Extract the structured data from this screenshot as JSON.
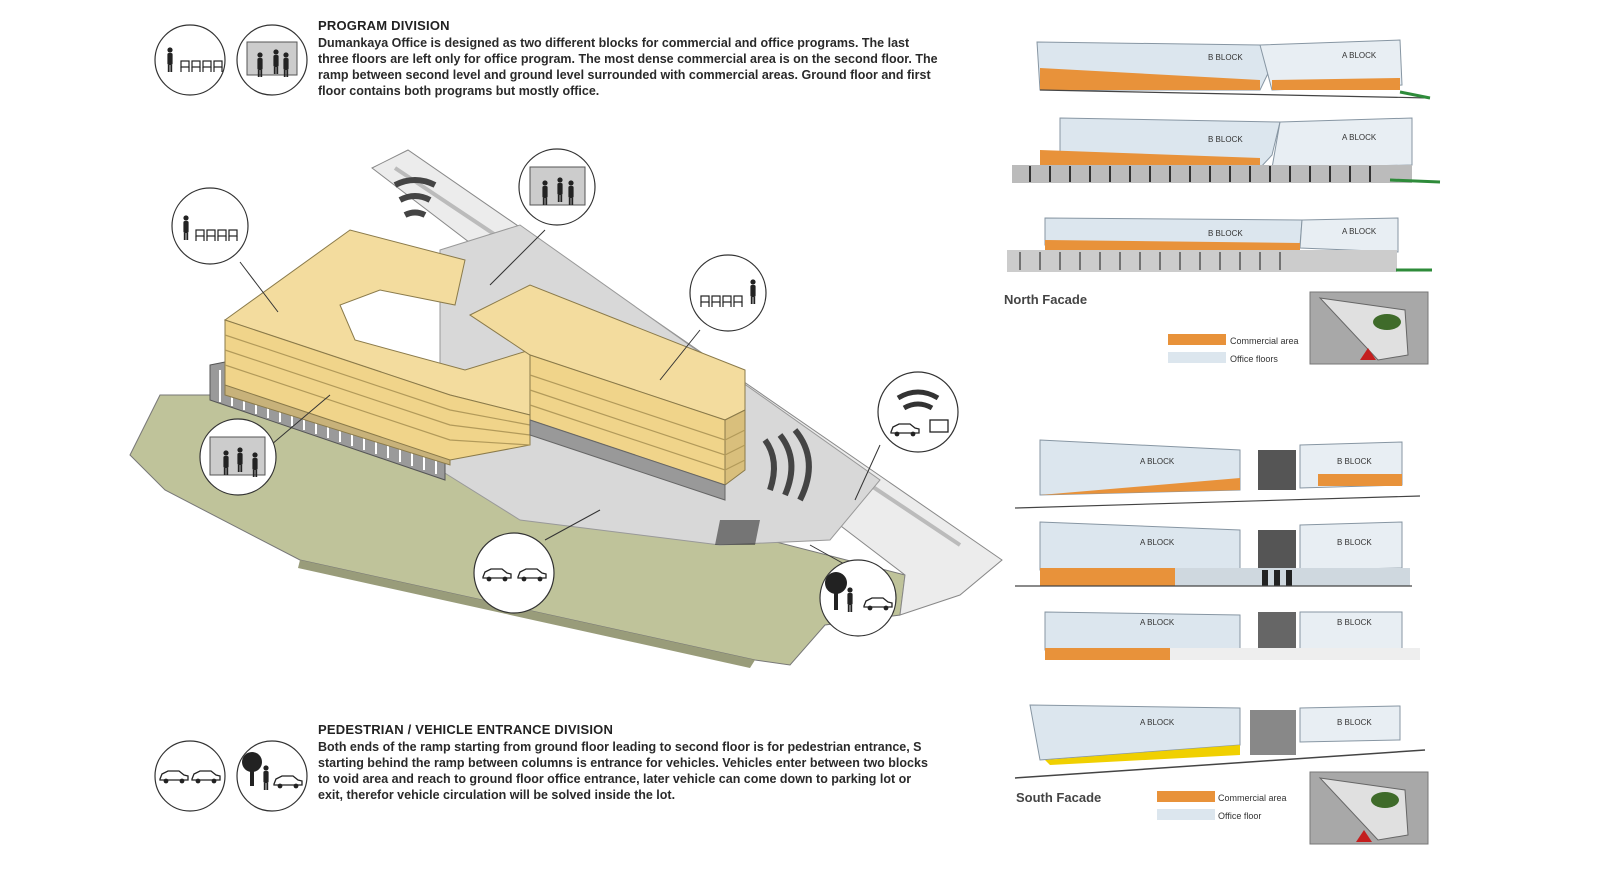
{
  "program": {
    "heading": "PROGRAM DIVISION",
    "lines": [
      "Dumankaya Office is designed as two different blocks for commercial and office programs.  The last",
      "three floors are left only for office program.  The most dense commercial area is on the second floor.  The",
      "ramp between second level and ground level surrounded with commercial areas.  Ground floor and first",
      "floor contains both programs but mostly office."
    ]
  },
  "entrance": {
    "heading": "PEDESTRIAN / VEHICLE ENTRANCE DIVISION",
    "lines": [
      "Both ends of the ramp starting from ground floor leading to second floor is for pedestrian entrance,   S",
      "starting behind the ramp between columns is entrance for vehicles. Vehicles enter between two blocks",
      "to void area and reach to ground floor office entrance, later vehicle can come down to parking lot or",
      "exit, therefor vehicle circulation will be solved inside the lot."
    ]
  },
  "north_facade": {
    "caption": "North Facade",
    "block_b": "B BLOCK",
    "block_a": "A BLOCK",
    "legend": {
      "commercial": "Commercial area",
      "office": "Office floors"
    }
  },
  "south_facade": {
    "caption": "South Facade",
    "block_a": "A BLOCK",
    "block_b": "B BLOCK",
    "legend": {
      "commercial": "Commercial area",
      "office": "Office floor"
    }
  },
  "colors": {
    "commercial": "#e8923a",
    "office": "#dce6ee",
    "massing": "#f3dc9e",
    "ground": "#bfc39a",
    "green": "#2e8b3a"
  },
  "icons": [
    "people-office-icon",
    "people-commercial-icon",
    "cars-icon",
    "tree-pedestrian-icon",
    "signal-icon"
  ]
}
